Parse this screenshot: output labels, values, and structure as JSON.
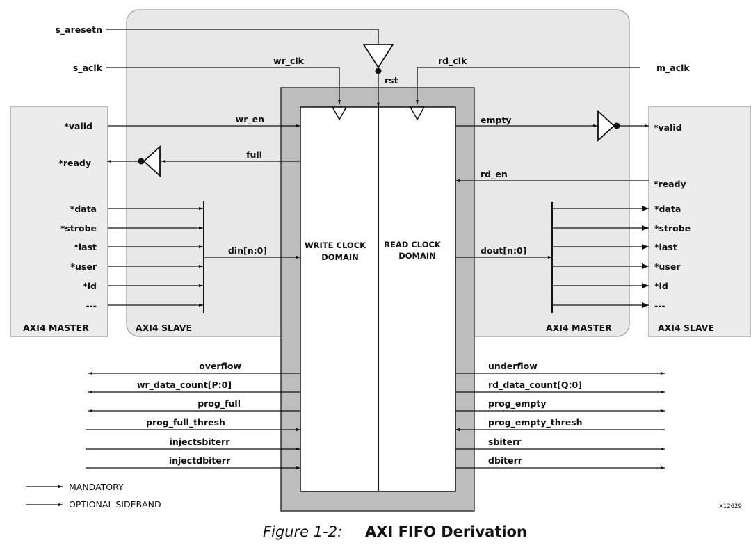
{
  "figure": {
    "number": "Figure 1-2:",
    "title": "AXI FIFO Derivation",
    "id_tag": "X12629"
  },
  "colors": {
    "wrapper_fill": "#e8e8e8",
    "wrapper_stroke": "#a8a8a8",
    "endpoint_fill": "#ececec",
    "fifo_border_fill": "#bdbdbd",
    "line": "#111111"
  },
  "blocks": {
    "left_endpoint": "AXI4 MASTER",
    "left_wrapper": "AXI4 SLAVE",
    "right_wrapper": "AXI4 MASTER",
    "right_endpoint": "AXI4 SLAVE",
    "write_domain": [
      "WRITE CLOCK",
      "DOMAIN"
    ],
    "read_domain": [
      "READ CLOCK",
      "DOMAIN"
    ]
  },
  "top_signals": {
    "reset_in": "s_aresetn",
    "left_clock_in": "s_aclk",
    "right_clock_in": "m_aclk",
    "wr_clk": "wr_clk",
    "rd_clk": "rd_clk",
    "rst": "rst"
  },
  "left_handshake": {
    "valid": "*valid",
    "ready": "*ready",
    "wr_en": "wr_en",
    "full": "full"
  },
  "right_handshake": {
    "valid": "*valid",
    "ready": "*ready",
    "empty": "empty",
    "rd_en": "rd_en"
  },
  "left_payload": [
    "*data",
    "*strobe",
    "*last",
    "*user",
    "*id",
    "---"
  ],
  "right_payload": [
    "*data",
    "*strobe",
    "*last",
    "*user",
    "*id",
    "---"
  ],
  "din_label": "din[n:0]",
  "dout_label": "dout[n:0]",
  "left_sideband": [
    {
      "label": "overflow",
      "dir": "out"
    },
    {
      "label": "wr_data_count[P:0]",
      "dir": "out"
    },
    {
      "label": "prog_full",
      "dir": "out"
    },
    {
      "label": "prog_full_thresh",
      "dir": "in"
    },
    {
      "label": "injectsbiterr",
      "dir": "in"
    },
    {
      "label": "injectdbiterr",
      "dir": "in"
    }
  ],
  "right_sideband": [
    {
      "label": "underflow",
      "dir": "out"
    },
    {
      "label": "rd_data_count[Q:0]",
      "dir": "out"
    },
    {
      "label": "prog_empty",
      "dir": "out"
    },
    {
      "label": "prog_empty_thresh",
      "dir": "in"
    },
    {
      "label": "sbiterr",
      "dir": "out"
    },
    {
      "label": "dbiterr",
      "dir": "out"
    }
  ],
  "legend": {
    "mandatory": "MANDATORY",
    "optional": "OPTIONAL SIDEBAND"
  }
}
